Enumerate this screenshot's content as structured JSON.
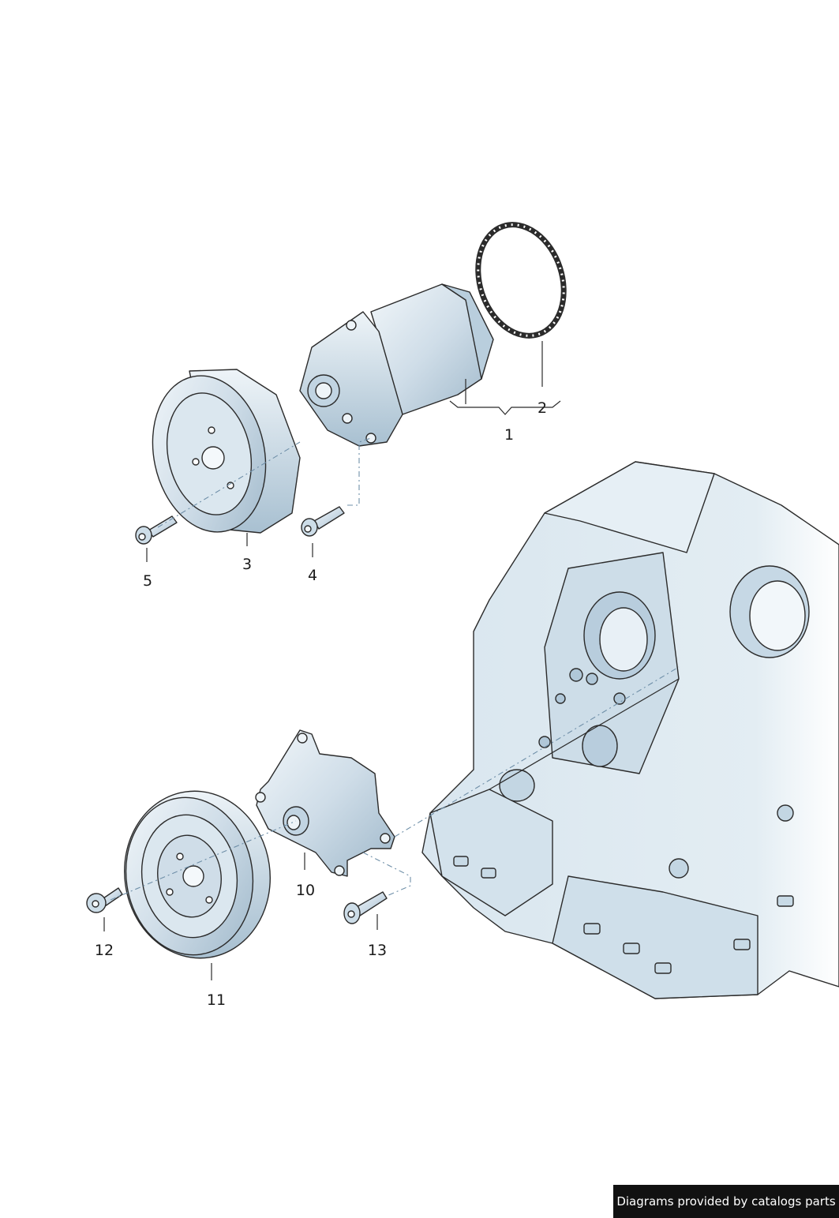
{
  "callouts": [
    {
      "id": "1",
      "text": "1"
    },
    {
      "id": "2",
      "text": "2"
    },
    {
      "id": "3",
      "text": "3"
    },
    {
      "id": "4",
      "text": "4"
    },
    {
      "id": "5",
      "text": "5"
    },
    {
      "id": "10",
      "text": "10"
    },
    {
      "id": "11",
      "text": "11"
    },
    {
      "id": "12",
      "text": "12"
    },
    {
      "id": "13",
      "text": "13"
    }
  ],
  "footer": {
    "credit": "Diagrams provided by catalogs parts"
  },
  "colors": {
    "part_fill": "#d6e4ee",
    "part_shade": "#a9c2d4",
    "block_fill": "#dde9f1",
    "line": "#2b2b2b",
    "dash": "#6f8fa8",
    "credit_bg": "#111111"
  }
}
